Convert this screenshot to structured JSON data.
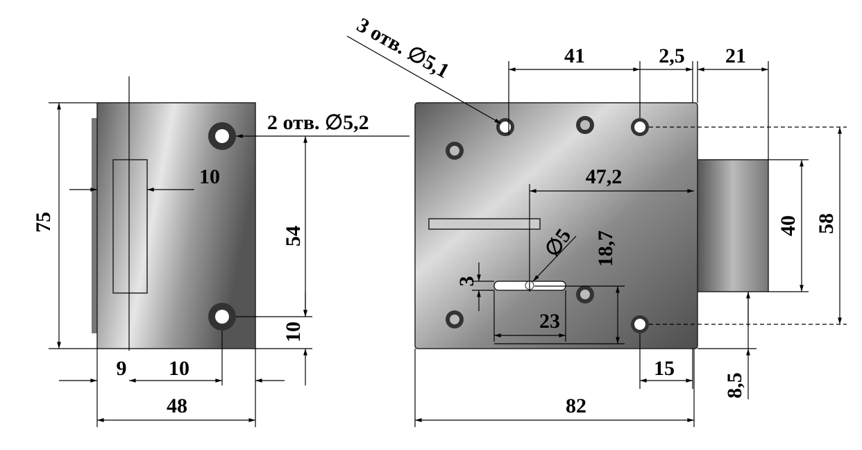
{
  "title_left_holes": "2 отв. ∅5,2",
  "title_right_holes": "3 отв. ∅5,1",
  "colors": {
    "metal_light": "#d8d8d8",
    "metal_dark": "#6a6a6a",
    "line": "#000000"
  },
  "side_view": {
    "height": "75",
    "hole_spacing": "54",
    "slot_offset": "10",
    "bottom_hole_offset": "10",
    "edge_to_center": "9",
    "center_to_hole": "10",
    "depth": "48"
  },
  "front_view": {
    "hole_spacing_top": "41",
    "gap": "2,5",
    "bolt_projection": "21",
    "key_center_offset": "47,2",
    "key_diameter": "∅5",
    "key_height": "18,7",
    "bolt_height": "40",
    "outer_hole_spacing": "58",
    "slot_width": "3",
    "slot_length": "23",
    "width": "82",
    "hole_edge_offset": "15",
    "bolt_bottom_offset": "8,5"
  }
}
